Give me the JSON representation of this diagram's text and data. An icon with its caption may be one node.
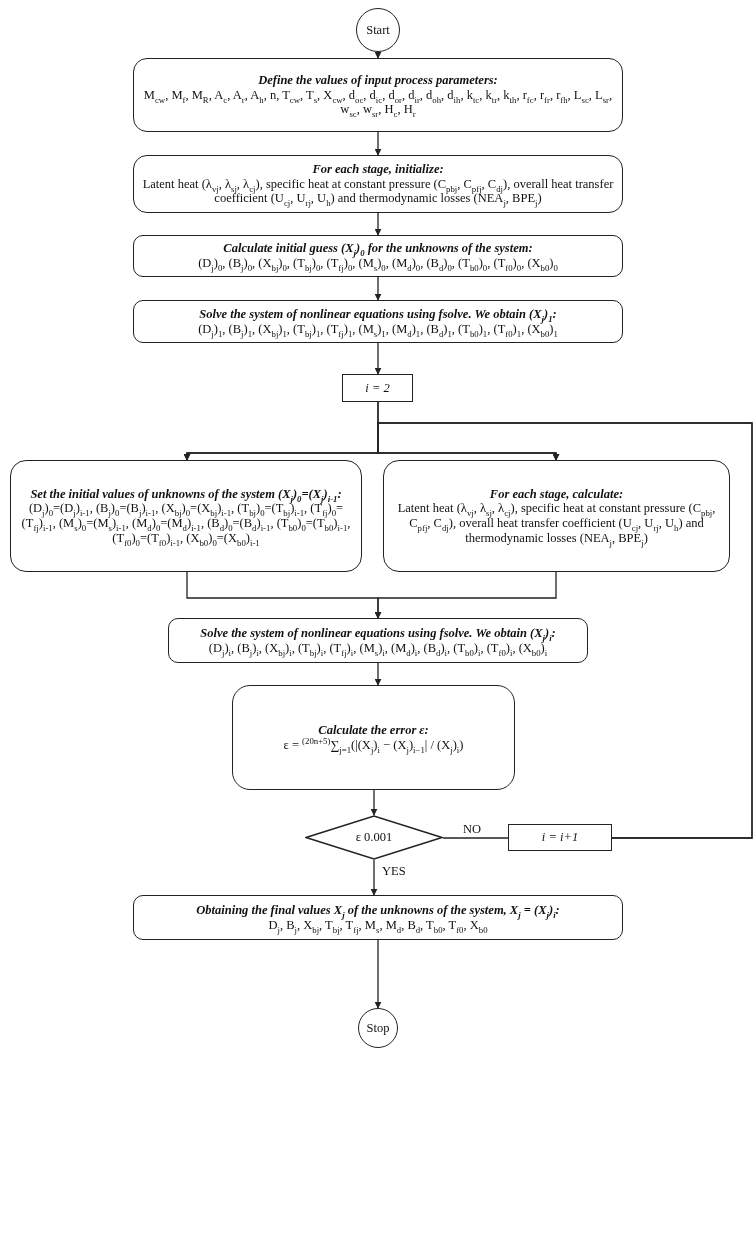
{
  "diagram": {
    "nodes": [
      {
        "text": [
          "Start"
        ]
      },
      {
        "text": [
          "Define the values of input process parameters:",
          "M$_{cw}$, M$_{f}$, M$_{R}$, A$_{c}$, A$_{r}$, A$_{h}$, n, T$_{cw}$, T$_{s}$, X$_{cw}$, d$_{oc}$, d$_{ic}$, d$_{or}$, d$_{ir}$, d$_{oh}$, d$_{ih}$, k$_{tc}$, k$_{tr}$, k$_{th}$, r$_{fc}$, r$_{fr}$, r$_{fh}$, L$_{sc}$, L$_{sr}$, w$_{sc}$, w$_{sr}$, H$_{c}$, H$_{r}$"
        ]
      },
      {
        "text": [
          "For each stage, initialize:",
          "Latent heat (λ$_{vj}$, λ$_{sj}$, λ$_{cj}$), specific heat at constant pressure (C$_{pbj}$, C$_{pfj}$, C$_{dj}$), overall heat transfer coefficient (U$_{cj}$, U$_{rj}$, U$_{h}$) and thermodynamic losses (NEA$_{j}$, BPE$_{j}$)"
        ]
      },
      {
        "text": [
          "Calculate initial guess (X$_{j}$)$_{0}$ for the unknowns of the system:",
          "(D$_{j}$)$_{0}$, (B$_{j}$)$_{0}$, (X$_{bj}$)$_{0}$, (T$_{bj}$)$_{0}$, (T$_{fj}$)$_{0}$, (M$_{s}$)$_{0}$, (M$_{d}$)$_{0}$, (B$_{d}$)$_{0}$, (T$_{b0}$)$_{0}$, (T$_{f0}$)$_{0}$, (X$_{b0}$)$_{0}$"
        ]
      },
      {
        "text": [
          "Solve the system of nonlinear equations using fsolve. We obtain (X$_{j}$)$_{1}$:",
          "(D$_{j}$)$_{1}$, (B$_{j}$)$_{1}$, (X$_{bj}$)$_{1}$, (T$_{bj}$)$_{1}$, (T$_{fj}$)$_{1}$, (M$_{s}$)$_{1}$, (M$_{d}$)$_{1}$, (B$_{d}$)$_{1}$, (T$_{b0}$)$_{1}$, (T$_{f0}$)$_{1}$, (X$_{b0}$)$_{1}$"
        ]
      },
      {
        "text": [
          "i = 2"
        ]
      },
      {
        "text": [
          "Set the initial values of unknowns of the system (X$_{j}$)$_{0}$=(X$_{j}$)$_{i-1}$:",
          "(D$_{j}$)$_{0}$=(D$_{j}$)$_{i-1}$, (B$_{j}$)$_{0}$=(B$_{j}$)$_{i-1}$, (X$_{bj}$)$_{0}$=(X$_{bj}$)$_{i-1}$, (T$_{bj}$)$_{0}$=(T$_{bj}$)$_{i-1}$, (T$_{fj}$)$_{0}$=(T$_{fj}$)$_{i-1}$, (M$_{s}$)$_{0}$=(M$_{s}$)$_{i-1}$, (M$_{d}$)$_{0}$=(M$_{d}$)$_{i-1}$, (B$_{d}$)$_{0}$=(B$_{d}$)$_{i-1}$, (T$_{b0}$)$_{0}$=(T$_{b0}$)$_{i-1}$, (T$_{f0}$)$_{0}$=(T$_{f0}$)$_{i-1}$, (X$_{b0}$)$_{0}$=(X$_{b0}$)$_{i-1}$"
        ]
      },
      {
        "text": [
          "For each stage, calculate:",
          "Latent heat (λ$_{vj}$, λ$_{sj}$, λ$_{cj}$), specific heat at constant pressure (C$_{pbj}$, C$_{pfj}$, C$_{dj}$), overall heat transfer coefficient (U$_{cj}$, U$_{rj}$, U$_{h}$) and thermodynamic losses (NEA$_{j}$, BPE$_{j}$)"
        ]
      },
      {
        "text": [
          "Solve the system of nonlinear equations using fsolve. We obtain (X$_{j}$)$_{i}$:",
          "(D$_{j}$)$_{i}$, (B$_{j}$)$_{i}$, (X$_{bj}$)$_{i}$, (T$_{bj}$)$_{i}$, (T$_{fj}$)$_{i}$, (M$_{s}$)$_{i}$, (M$_{d}$)$_{i}$, (B$_{d}$)$_{i}$, (T$_{b0}$)$_{i}$, (T$_{f0}$)$_{i}$, (X$_{b0}$)$_{i}$"
        ]
      },
      {
        "text": [
          "Calculate the error ε:",
          "ε = $^{(20n+5)}$∑$_{j=1}$(|(X$_{j}$)$_{i}$ − (X$_{j}$)$_{i−1}$| / (X$_{j}$)$_{i}$)"
        ]
      },
      {
        "text": [
          "ε 0.001"
        ]
      },
      {
        "text": [
          "i = i+1"
        ]
      },
      {
        "text": [
          "Obtaining the final values X$_{j}$ of the unknowns of the system, X$_{j}$ = (X$_{j}$)$_{i}$:",
          "D$_{j}$, B$_{j}$, X$_{bj}$, T$_{bj}$, T$_{fj}$, M$_{s}$, M$_{d}$, B$_{d}$, T$_{b0}$, T$_{f0}$, X$_{b0}$"
        ]
      },
      {
        "text": [
          "Stop"
        ]
      }
    ],
    "edges": [
      {
        "from": 0,
        "to": 1,
        "arrow": "to"
      },
      {
        "from": 1,
        "to": 2,
        "arrow": "to"
      },
      {
        "from": 2,
        "to": 3,
        "arrow": "to"
      },
      {
        "from": 3,
        "to": 4,
        "arrow": "to"
      },
      {
        "from": 4,
        "to": 5,
        "arrow": "to"
      },
      {
        "from": 5,
        "to": 6,
        "arrow": "to"
      },
      {
        "from": 5,
        "to": 7,
        "arrow": "to"
      },
      {
        "from": 6,
        "to": 8,
        "arrow": "to"
      },
      {
        "from": 7,
        "to": 8,
        "arrow": "to"
      },
      {
        "from": 8,
        "to": 9,
        "arrow": "to"
      },
      {
        "from": 9,
        "to": 10,
        "arrow": "to"
      },
      {
        "from": 10,
        "to": 11,
        "label": "NO",
        "arrow": "none"
      },
      {
        "from": 11,
        "to": 6,
        "arrow": "to"
      },
      {
        "from": 11,
        "to": 7,
        "arrow": "to"
      },
      {
        "from": 10,
        "to": 12,
        "label": "YES",
        "arrow": "to"
      },
      {
        "from": 12,
        "to": 13,
        "arrow": "to"
      }
    ]
  }
}
